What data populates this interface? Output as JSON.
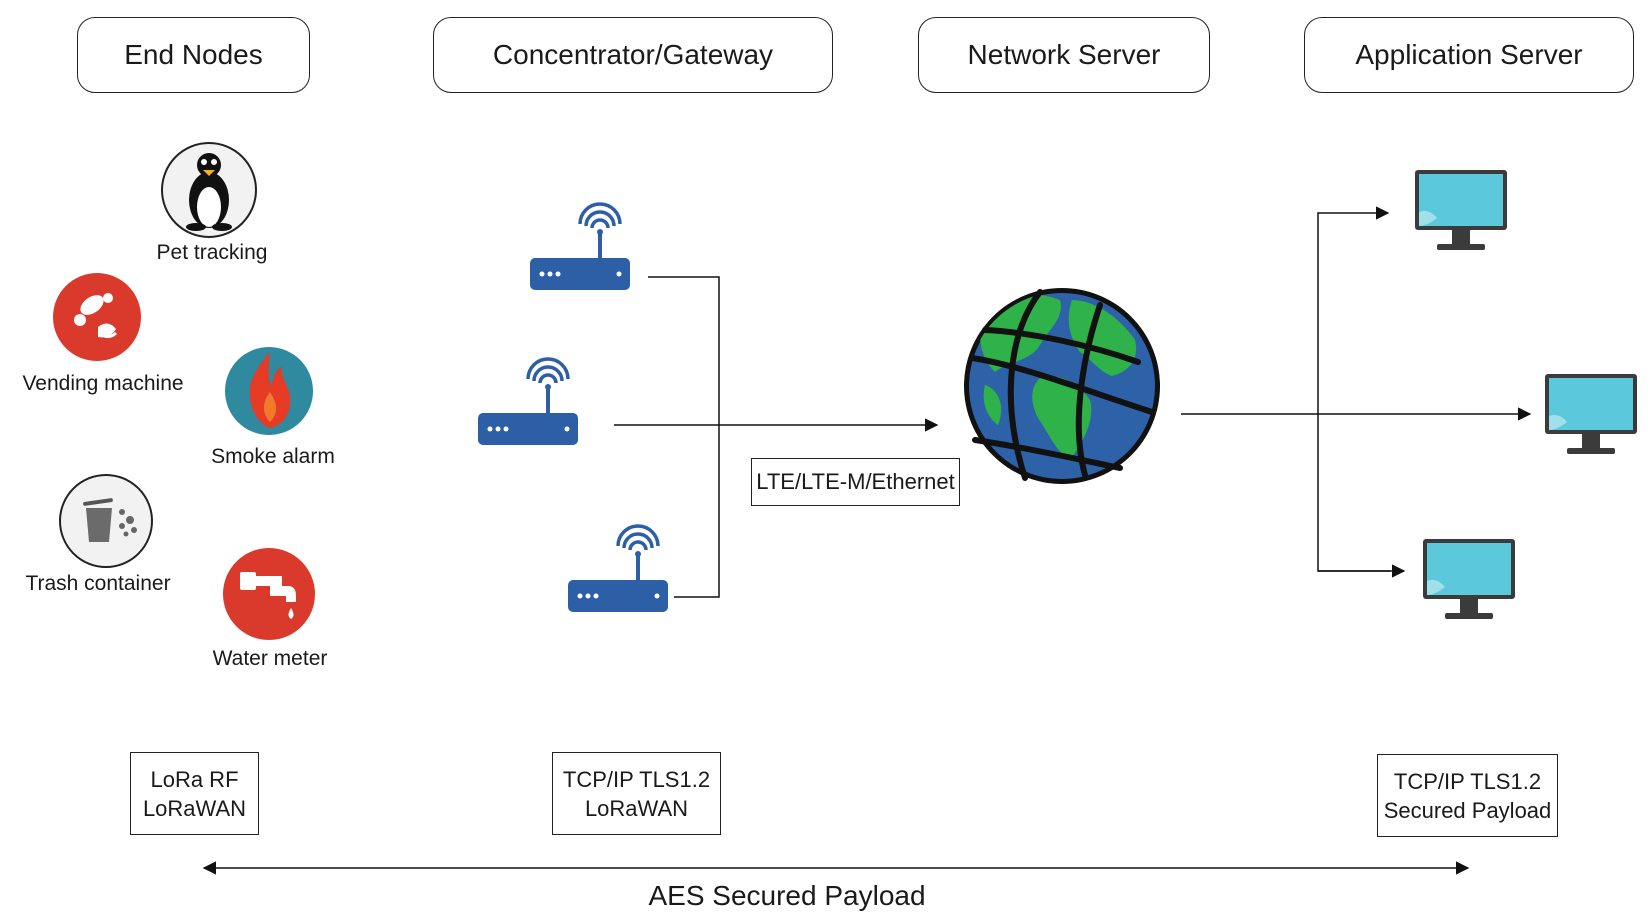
{
  "headers": {
    "end_nodes": "End Nodes",
    "gateway": "Concentrator/Gateway",
    "network_server": "Network Server",
    "application_server": "Application Server"
  },
  "devices": {
    "pet_tracking": "Pet tracking",
    "vending_machine": "Vending machine",
    "smoke_alarm": "Smoke alarm",
    "trash_container": "Trash container",
    "water_meter": "Water meter"
  },
  "connection_label": "LTE/LTE-M/Ethernet",
  "protocols": {
    "end_nodes": {
      "line1": "LoRa RF",
      "line2": "LoRaWAN"
    },
    "gateway": {
      "line1": "TCP/IP TLS1.2",
      "line2": "LoRaWAN"
    },
    "application": {
      "line1": "TCP/IP TLS1.2",
      "line2": "Secured Payload"
    }
  },
  "footer": "AES Secured Payload",
  "colors": {
    "gateway_blue": "#2d5fa6",
    "red_icon": "#d93a2b",
    "teal_icon": "#2f8aa0",
    "globe_ocean": "#2e62a8",
    "globe_land": "#2fb24a",
    "screen": "#5bc8dc"
  }
}
